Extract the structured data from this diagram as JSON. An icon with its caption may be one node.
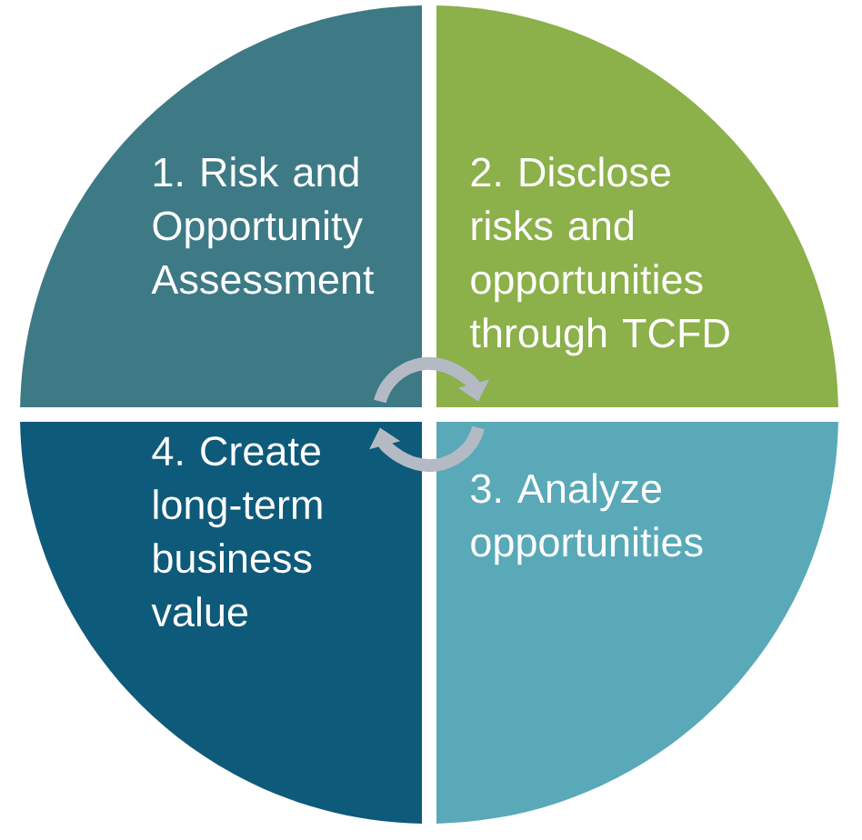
{
  "diagram": {
    "nodes": [
      {
        "text": [
          "1. Risk and Opportunity Assessment"
        ]
      },
      {
        "text": [
          "2. Disclose risks and opportunities through TCFD"
        ]
      },
      {
        "text": [
          "3. Analyze opportunities"
        ]
      },
      {
        "text": [
          "4. Create long-term business value"
        ]
      }
    ],
    "edges": [
      {
        "from": 0,
        "to": 1,
        "arrow": "to",
        "color": "#b4bac4"
      },
      {
        "from": 2,
        "to": 3,
        "arrow": "to",
        "color": "#b4bac4"
      }
    ]
  }
}
